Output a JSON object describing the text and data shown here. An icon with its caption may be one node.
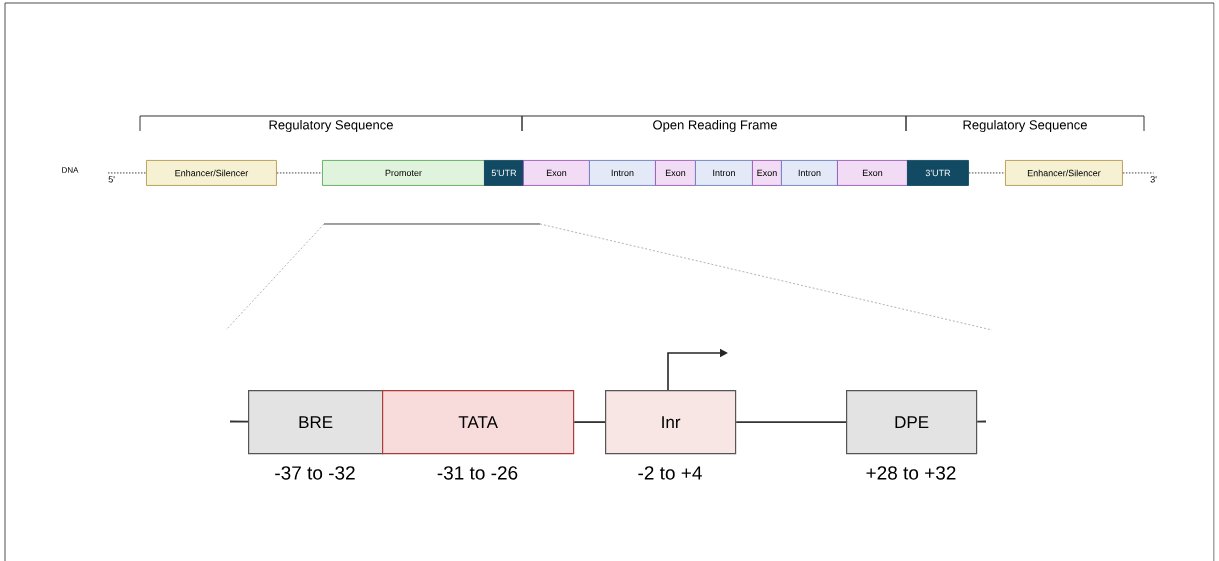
{
  "diagram": {
    "nodes": [
      {
        "text": [
          "Enhancer/Silencer"
        ]
      },
      {
        "text": [
          "Promoter"
        ]
      },
      {
        "text": [
          "5'UTR"
        ]
      },
      {
        "text": [
          "Exon"
        ]
      },
      {
        "text": [
          "Intron"
        ]
      },
      {
        "text": [
          "Exon"
        ]
      },
      {
        "text": [
          "Intron"
        ]
      },
      {
        "text": [
          "Exon"
        ]
      },
      {
        "text": [
          "Intron"
        ]
      },
      {
        "text": [
          "Exon"
        ]
      },
      {
        "text": [
          "3'UTR"
        ]
      },
      {
        "text": [
          "Enhancer/Silencer"
        ]
      },
      {
        "text": [
          "BRE"
        ],
        "beside": [
          "-37 to -32"
        ]
      },
      {
        "text": [
          "TATA"
        ],
        "beside": [
          "-31 to -26"
        ]
      },
      {
        "text": [
          "Inr"
        ],
        "beside": [
          "-2 to +4"
        ]
      },
      {
        "text": [
          "DPE"
        ],
        "beside": [
          "+28 to +32"
        ]
      },
      {
        "text": [
          "5'"
        ]
      },
      {
        "text": [
          "3'"
        ]
      }
    ],
    "edges": [
      {
        "from": 16,
        "to": 0,
        "arrow": "none",
        "style": "dashed"
      },
      {
        "from": 0,
        "to": 1,
        "arrow": "none",
        "style": "dashed"
      },
      {
        "from": 10,
        "to": 11,
        "arrow": "none",
        "style": "dashed"
      },
      {
        "from": 11,
        "to": 17,
        "arrow": "none",
        "style": "dashed"
      },
      {
        "from": null,
        "to": 12,
        "arrow": "none"
      },
      {
        "from": 13,
        "to": 14,
        "arrow": "none"
      },
      {
        "from": 14,
        "to": 15,
        "arrow": "none"
      },
      {
        "from": 15,
        "to": null,
        "arrow": "none"
      }
    ],
    "labels": [
      "Regulatory Sequence",
      "Open Reading Frame",
      "Regulatory Sequence",
      "DNA"
    ]
  }
}
